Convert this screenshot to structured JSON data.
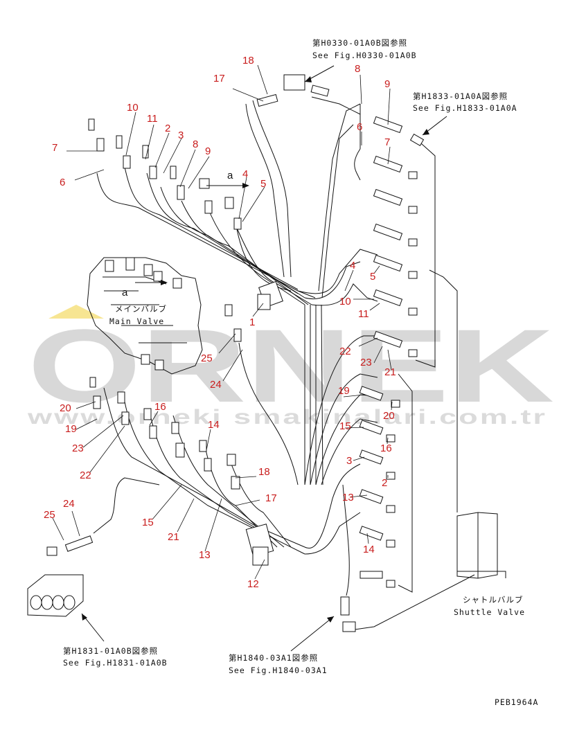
{
  "callouts": [
    "18",
    "17",
    "8",
    "9",
    "6",
    "7",
    "10",
    "11",
    "2",
    "3",
    "8",
    "9",
    "7",
    "6",
    "a",
    "4",
    "5",
    "a",
    "1",
    "4",
    "5",
    "10",
    "11",
    "22",
    "23",
    "21",
    "25",
    "24",
    "19",
    "20",
    "15",
    "16",
    "3",
    "2",
    "13",
    "14",
    "12",
    "20",
    "19",
    "23",
    "22",
    "16",
    "14",
    "18",
    "17",
    "15",
    "21",
    "13",
    "24",
    "25"
  ],
  "letter_a": "a",
  "references": {
    "top_jp": "第H0330-01A0B図参照",
    "top_en": "See Fig.H0330-01A0B",
    "right_jp": "第H1833-01A0A図参照",
    "right_en": "See Fig.H1833-01A0A",
    "bottom_left_jp": "第H1831-01A0B図参照",
    "bottom_left_en": "See Fig.H1831-01A0B",
    "bottom_mid_jp": "第H1840-03A1図参照",
    "bottom_mid_en": "See Fig.H1840-03A1"
  },
  "components": {
    "main_valve_jp": "メインバルブ",
    "main_valve_en": "Main Valve",
    "shuttle_valve_jp": "シャトルバルブ",
    "shuttle_valve_en": "Shuttle Valve"
  },
  "drawing_code": "PEB1964A",
  "watermark": {
    "logo": "ORNEK",
    "url": "www.orneki smakinalari.com.tr",
    "color": "#b9b9b9",
    "accent": "#f2d34a"
  },
  "colors": {
    "callout": "#c81c1c",
    "line": "#111111"
  }
}
